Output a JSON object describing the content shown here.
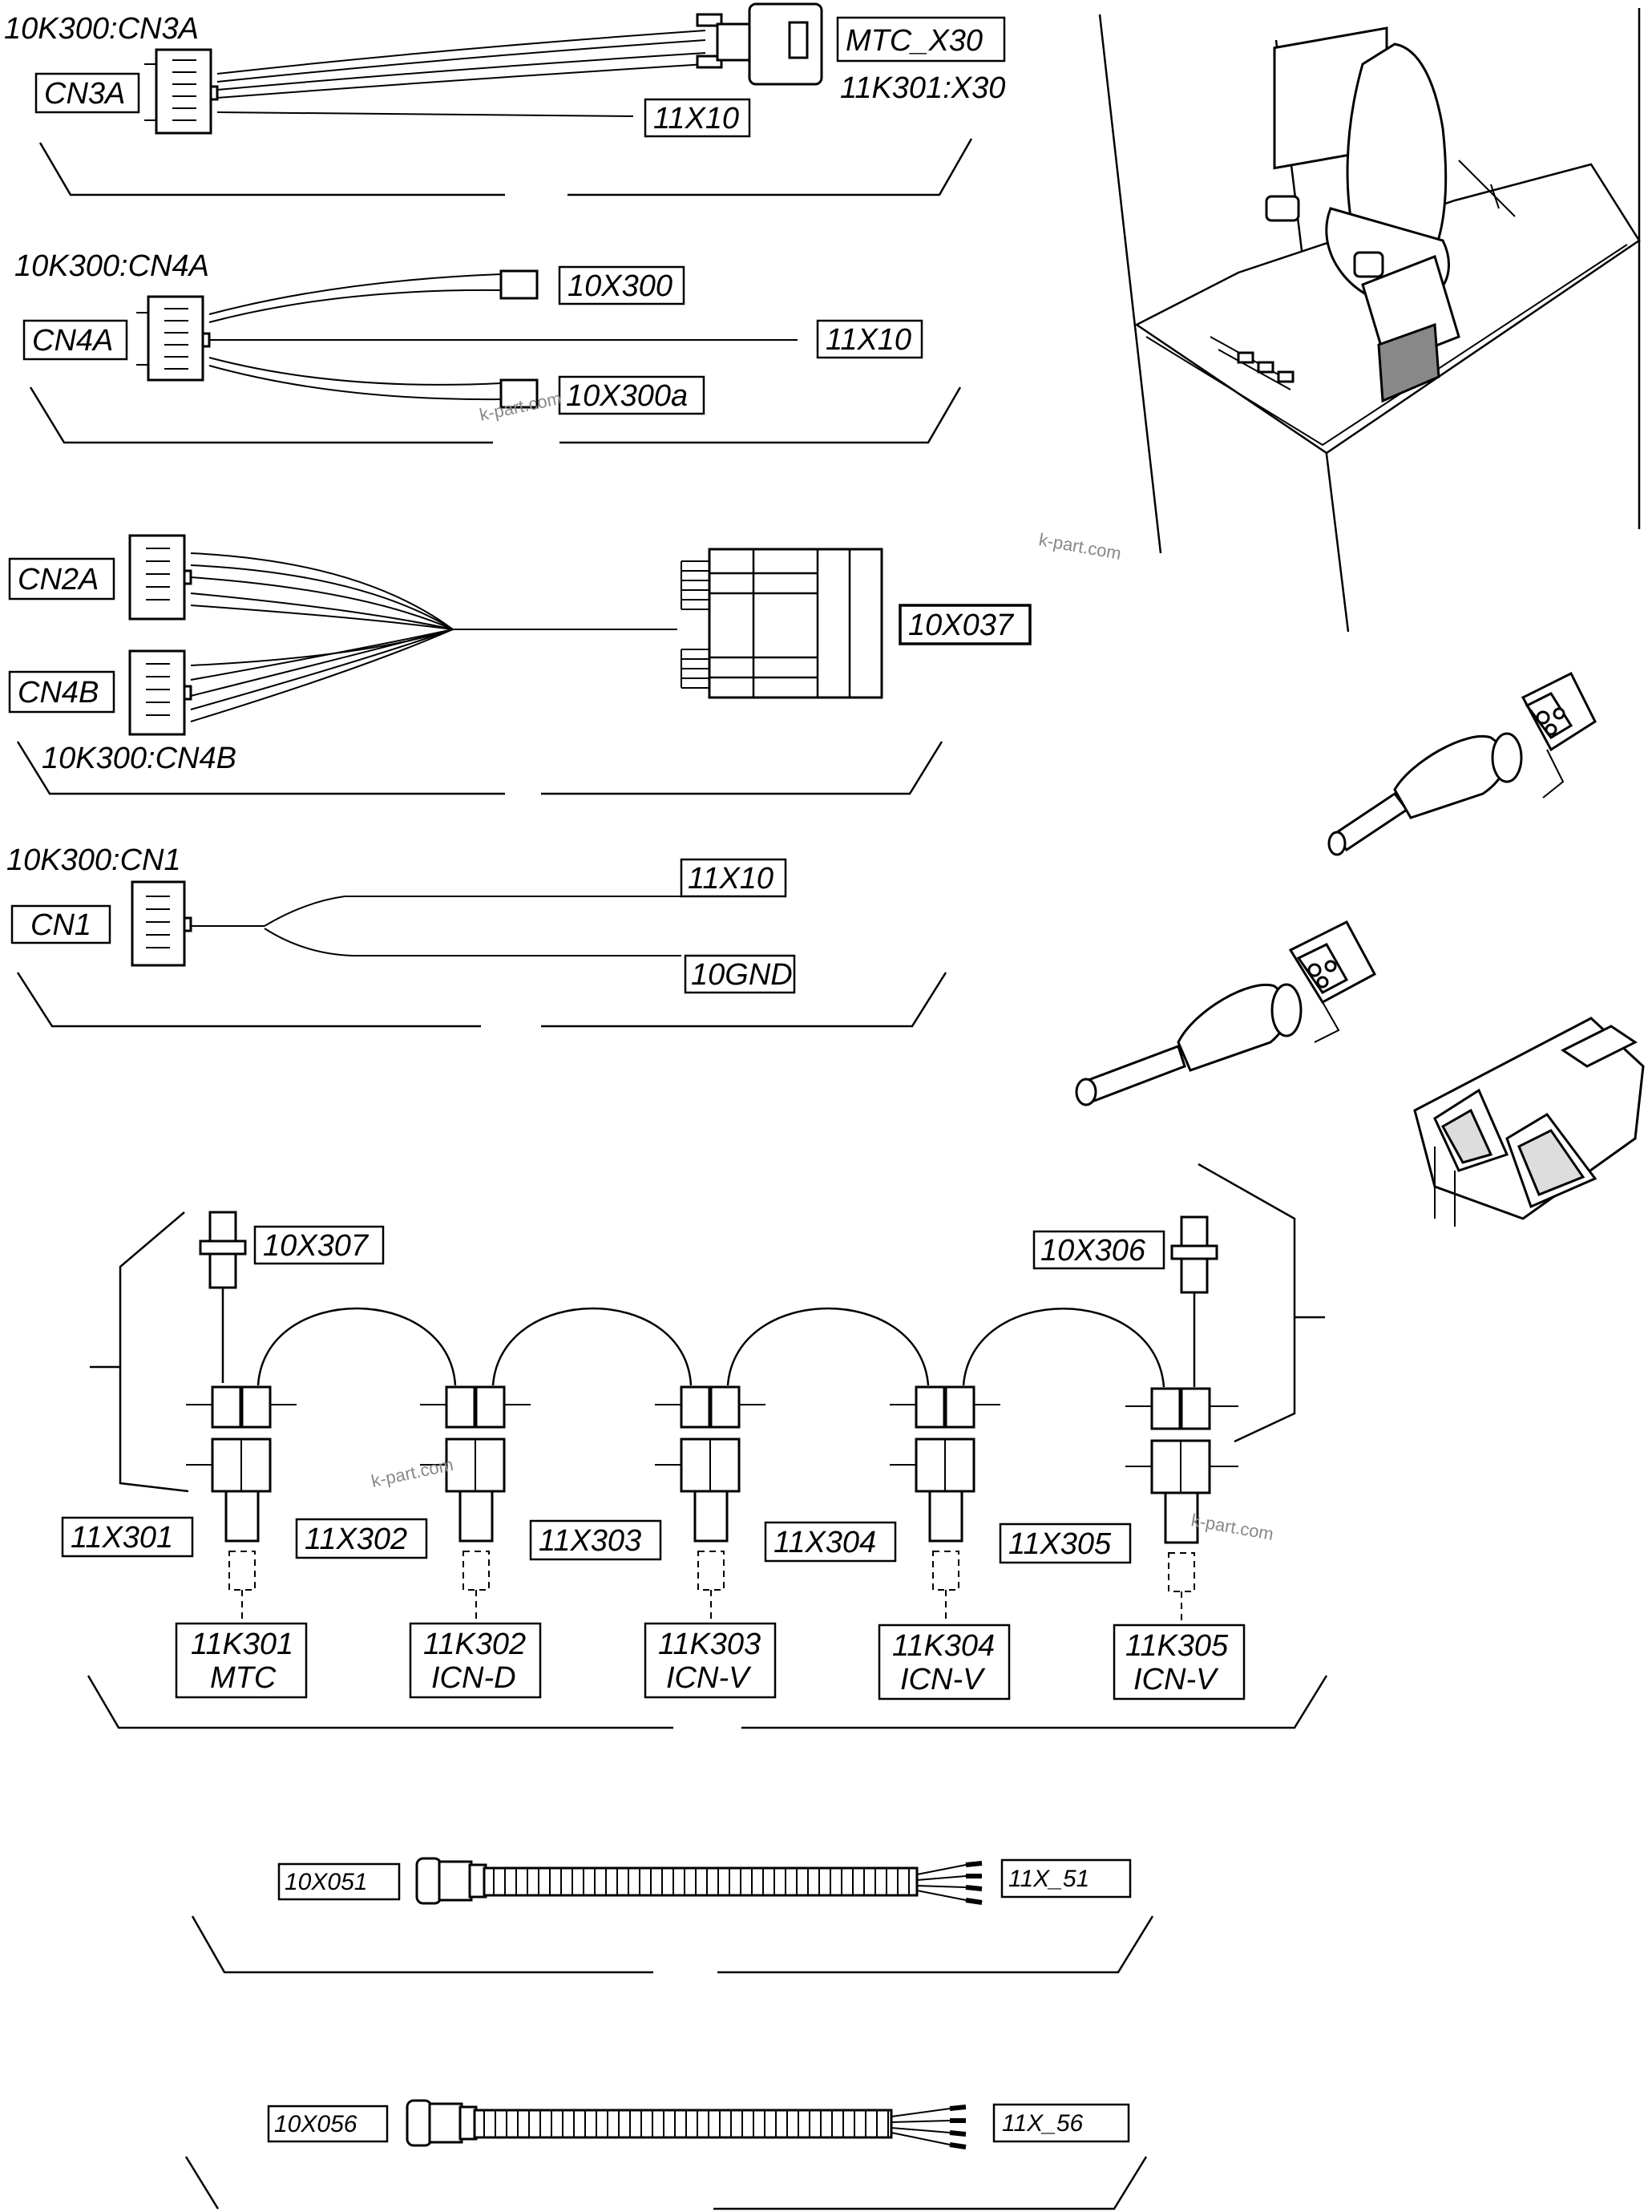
{
  "groups": {
    "g1": {
      "conn_ref": "10K300:CN3A",
      "conn_tag": "CN3A",
      "end_tag": "MTC_X30",
      "end_ref": "11K301:X30",
      "wire_tag": "11X10"
    },
    "g2": {
      "conn_ref": "10K300:CN4A",
      "conn_tag": "CN4A",
      "tag_a": "10X300",
      "tag_b": "11X10",
      "tag_c": "10X300a"
    },
    "g3": {
      "tag_a": "CN2A",
      "tag_b": "CN4B",
      "ref_b": "10K300:CN4B",
      "end_tag": "10X037"
    },
    "g4": {
      "conn_ref": "10K300:CN1",
      "conn_tag": "CN1",
      "tag_a": "11X10",
      "tag_b": "10GND"
    },
    "g5": {
      "top_left": "10X307",
      "top_right": "10X306",
      "harness": [
        "11X301",
        "11X302",
        "11X303",
        "11X304",
        "11X305"
      ],
      "modules": [
        {
          "line1": "11K301",
          "line2": "MTC"
        },
        {
          "line1": "11K302",
          "line2": "ICN-D"
        },
        {
          "line1": "11K303",
          "line2": "ICN-V"
        },
        {
          "line1": "11K304",
          "line2": "ICN-V"
        },
        {
          "line1": "11K305",
          "line2": "ICN-V"
        }
      ]
    },
    "g6": {
      "left_tag": "10X051",
      "right_tag": "11X_51"
    },
    "g7": {
      "left_tag": "10X056",
      "right_tag": "11X_56"
    }
  },
  "watermark": "k-part.com"
}
